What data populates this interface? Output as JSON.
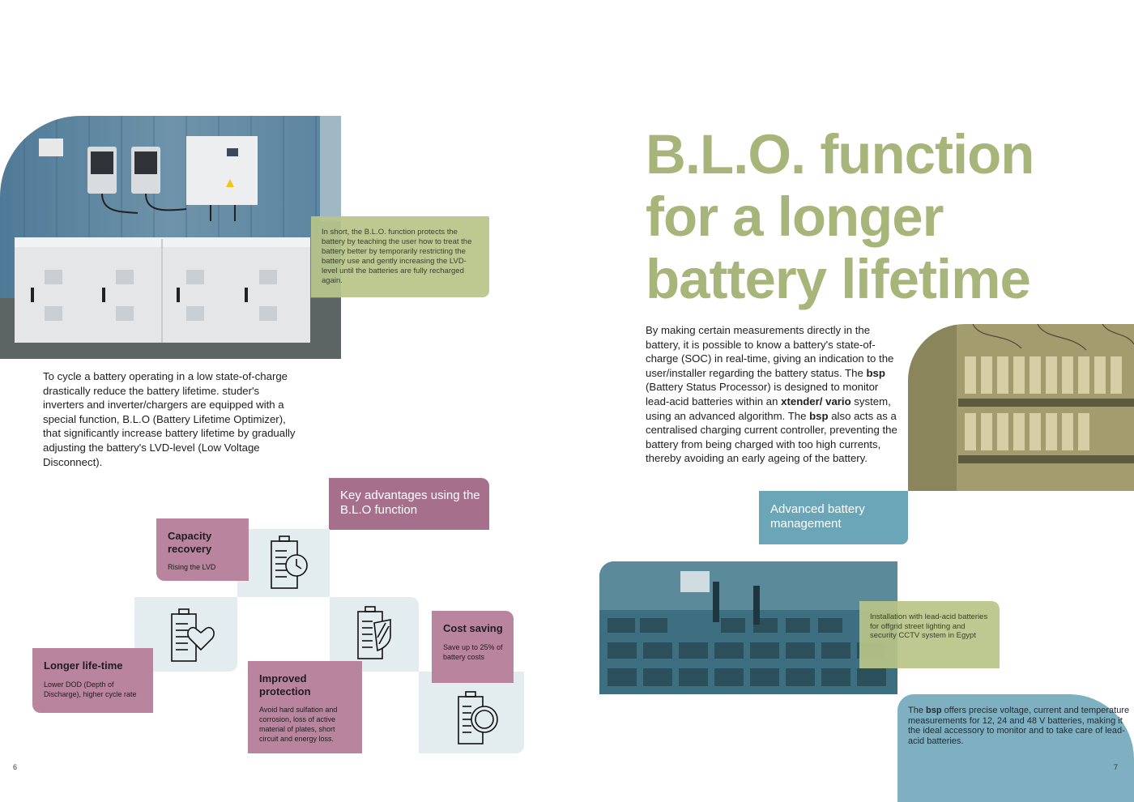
{
  "left_page": {
    "callout": "In short, the B.L.O. function protects the battery by teaching the user how to treat the battery better by temporarily restricting the battery use and gently increasing the LVD-level until the batteries are fully recharged again.",
    "intro": "To cycle a battery operating in a low state-of-charge drastically reduce the battery lifetime. studer's inverters and inverter/chargers are equipped with a special function, B.L.O (Battery Lifetime Optimizer), that significantly increase battery lifetime by gradually adjusting the battery's LVD-level (Low Voltage Disconnect).",
    "key_advantages": "Key advantages using the B.L.O function",
    "cards": [
      {
        "title": "Capacity recovery",
        "text": "Rising the LVD"
      },
      {
        "title": "Longer life-time",
        "text": "Lower DOD (Depth of Discharge), higher cycle rate"
      },
      {
        "title": "Improved protection",
        "text": "Avoid hard sulfation and corrosion, loss of active material of plates, short circuit and energy loss."
      },
      {
        "title": "Cost saving",
        "text": "Save up to 25% of battery costs"
      }
    ],
    "icons": [
      "battery-clock-icon",
      "battery-heart-icon",
      "battery-shield-icon",
      "battery-coin-icon"
    ],
    "page_number": "6"
  },
  "right_page": {
    "headline": "B.L.O. function for a longer battery lifetime",
    "body": {
      "p1": "By making certain measurements directly in the battery, it is possible to know a battery's state-of-charge (SOC) in real-time, giving an indication to the user/installer regarding the battery status. The ",
      "bsp1": "bsp",
      "p2": " (Battery Status Processor) is designed to monitor lead-acid batteries within an ",
      "xtender": "xtender/ vario",
      "p3": " system, using an advanced algorithm. The ",
      "bsp2": "bsp",
      "p4": " also acts as a centralised charging current controller, preventing the battery from being charged with too high currents, thereby avoiding an early ageing of the battery."
    },
    "advanced_label": "Advanced battery management",
    "installation_caption": "Installation with lead-acid batteries for offgrid street lighting and security CCTV system in Egypt",
    "bsp_box": {
      "pre": "The ",
      "bsp": "bsp",
      "post": " offers precise voltage, current and temperature measurements for 12, 24 and 48 V batteries, making it the ideal accessory to monitor and to take care of lead-acid batteries."
    },
    "page_number": "7"
  },
  "colors": {
    "green": "#a7b47a",
    "mauve": "#a6708d",
    "mauve_light": "#b9849e",
    "teal": "#6ba5b8",
    "pale_blue": "#e3ecef"
  }
}
